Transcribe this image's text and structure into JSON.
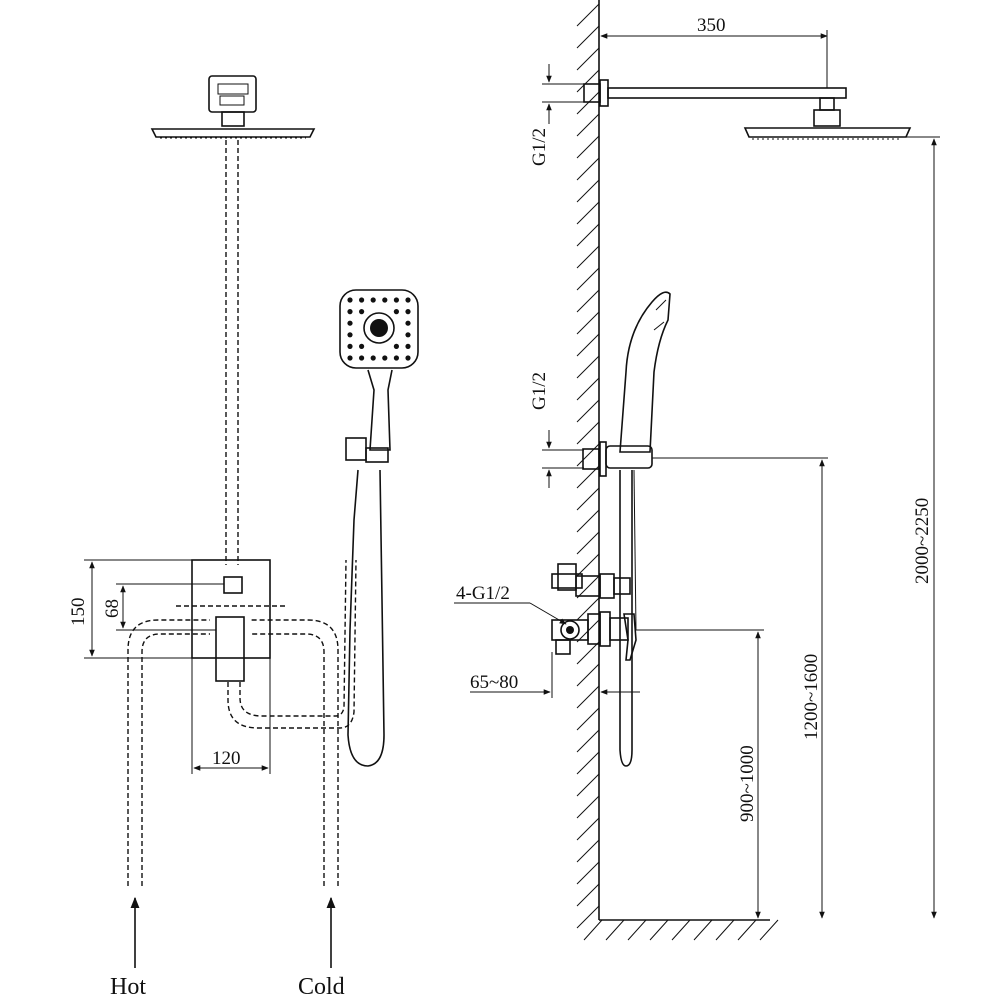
{
  "labels": {
    "hot": "Hot",
    "cold": "Cold"
  },
  "dimensions": {
    "arm_length": "350",
    "thread_top": "G1/2",
    "thread_mid": "G1/2",
    "total_height": "2000~2250",
    "holder_height": "1200~1600",
    "valve_height": "900~1000",
    "valve_threads": "4-G1/2",
    "valve_depth": "65~80",
    "box_height": "150",
    "box_offset": "68",
    "box_width": "120"
  },
  "colors": {
    "ink": "#111111",
    "background": "#ffffff"
  }
}
